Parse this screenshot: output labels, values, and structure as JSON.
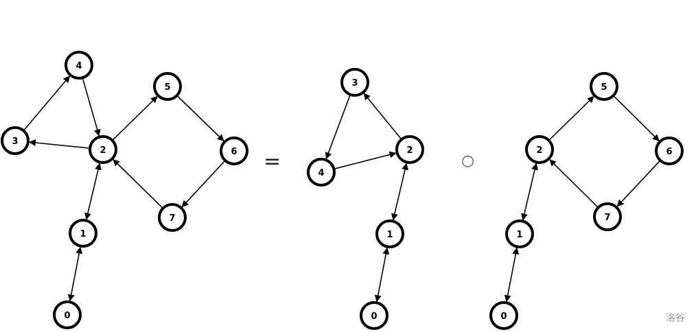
{
  "equation": {
    "equals": "=",
    "compose": "○"
  },
  "watermark": "洛谷",
  "graphs": [
    {
      "id": "G",
      "nodes": [
        "0",
        "1",
        "2",
        "3",
        "4",
        "5",
        "6",
        "7"
      ],
      "edges": [
        [
          "3",
          "4",
          false
        ],
        [
          "4",
          "2",
          false
        ],
        [
          "2",
          "3",
          false
        ],
        [
          "2",
          "5",
          false
        ],
        [
          "5",
          "6",
          false
        ],
        [
          "6",
          "7",
          false
        ],
        [
          "7",
          "2",
          false
        ],
        [
          "2",
          "1",
          true
        ],
        [
          "1",
          "0",
          true
        ]
      ]
    },
    {
      "id": "A",
      "nodes": [
        "0",
        "1",
        "2",
        "3",
        "4"
      ],
      "edges": [
        [
          "2",
          "3",
          false
        ],
        [
          "3",
          "4",
          false
        ],
        [
          "4",
          "2",
          false
        ],
        [
          "2",
          "1",
          true
        ],
        [
          "1",
          "0",
          true
        ]
      ]
    },
    {
      "id": "B",
      "nodes": [
        "0",
        "1",
        "2",
        "5",
        "6",
        "7"
      ],
      "edges": [
        [
          "2",
          "5",
          false
        ],
        [
          "5",
          "6",
          false
        ],
        [
          "6",
          "7",
          false
        ],
        [
          "7",
          "2",
          false
        ],
        [
          "2",
          "1",
          true
        ],
        [
          "1",
          "0",
          true
        ]
      ]
    }
  ]
}
